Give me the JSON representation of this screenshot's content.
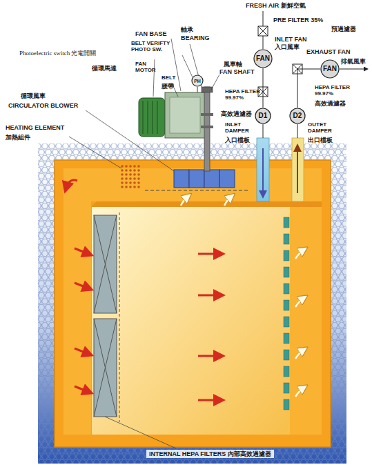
{
  "diagram": {
    "nodes": [
      {
        "text": [
          "FAN"
        ]
      },
      {
        "text": [
          "FAN"
        ]
      },
      {
        "text": [
          "PH"
        ]
      },
      {
        "text": [
          "D1"
        ]
      },
      {
        "text": [
          "D2"
        ]
      }
    ],
    "edges": [
      {
        "from": 0,
        "to": 3,
        "arrow": "none"
      },
      {
        "from": 4,
        "to": 1,
        "arrow": "none"
      }
    ],
    "labels": [
      "FRESH AIR 新鮮空氣",
      "PRE FILTER 35%",
      "預過濾器",
      "INLET FAN",
      "入口風車",
      "EXHAUST FAN",
      "排氣風車",
      "HEPA FILTER 99.97%",
      "高效過濾器",
      "HEPA FILTER 99.97%",
      "高效過濾器",
      "INLET DAMPER",
      "入口檔板",
      "OUTET DAMPER",
      "出口檔板",
      "軸承",
      "BEARING",
      "FAN BASE",
      "風車軸",
      "FAN SHAFT",
      "BELT VERIFTY PHOTO SW.",
      "Photoelectric switch 光電開關",
      "循環馬達",
      "FAN MOTOR",
      "BELT",
      "腰帶",
      "循環風車",
      "CIRCULATOR BLOWER",
      "HEATING ELEMENT",
      "加熱組件",
      "INTERNAL HEPA FILTERS 內部高效過濾器"
    ]
  }
}
